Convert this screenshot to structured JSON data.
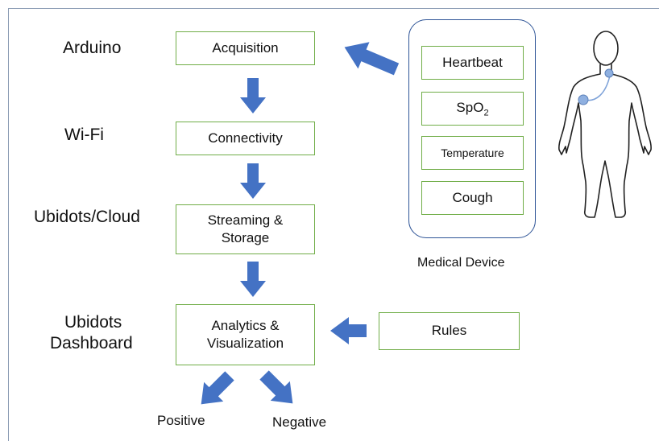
{
  "layers": {
    "arduino": "Arduino",
    "wifi": "Wi-Fi",
    "cloud": "Ubidots/Cloud",
    "dashboard_line1": "Ubidots",
    "dashboard_line2": "Dashboard"
  },
  "pipeline": {
    "acquisition": "Acquisition",
    "connectivity": "Connectivity",
    "streaming_line1": "Streaming &",
    "streaming_line2": "Storage",
    "analytics_line1": "Analytics &",
    "analytics_line2": "Visualization"
  },
  "device": {
    "heartbeat": "Heartbeat",
    "spo2_main": "SpO",
    "spo2_sub": "2",
    "temperature": "Temperature",
    "cough": "Cough",
    "caption": "Medical Device"
  },
  "rules": "Rules",
  "outcomes": {
    "positive": "Positive",
    "negative": "Negative"
  },
  "colors": {
    "arrow_fill": "#4472c4",
    "box_border": "#70ad47",
    "panel_border": "#2f5597",
    "sensor_dot": "#8fb0e0"
  },
  "icons": {
    "person": "human-body-outline-icon"
  }
}
